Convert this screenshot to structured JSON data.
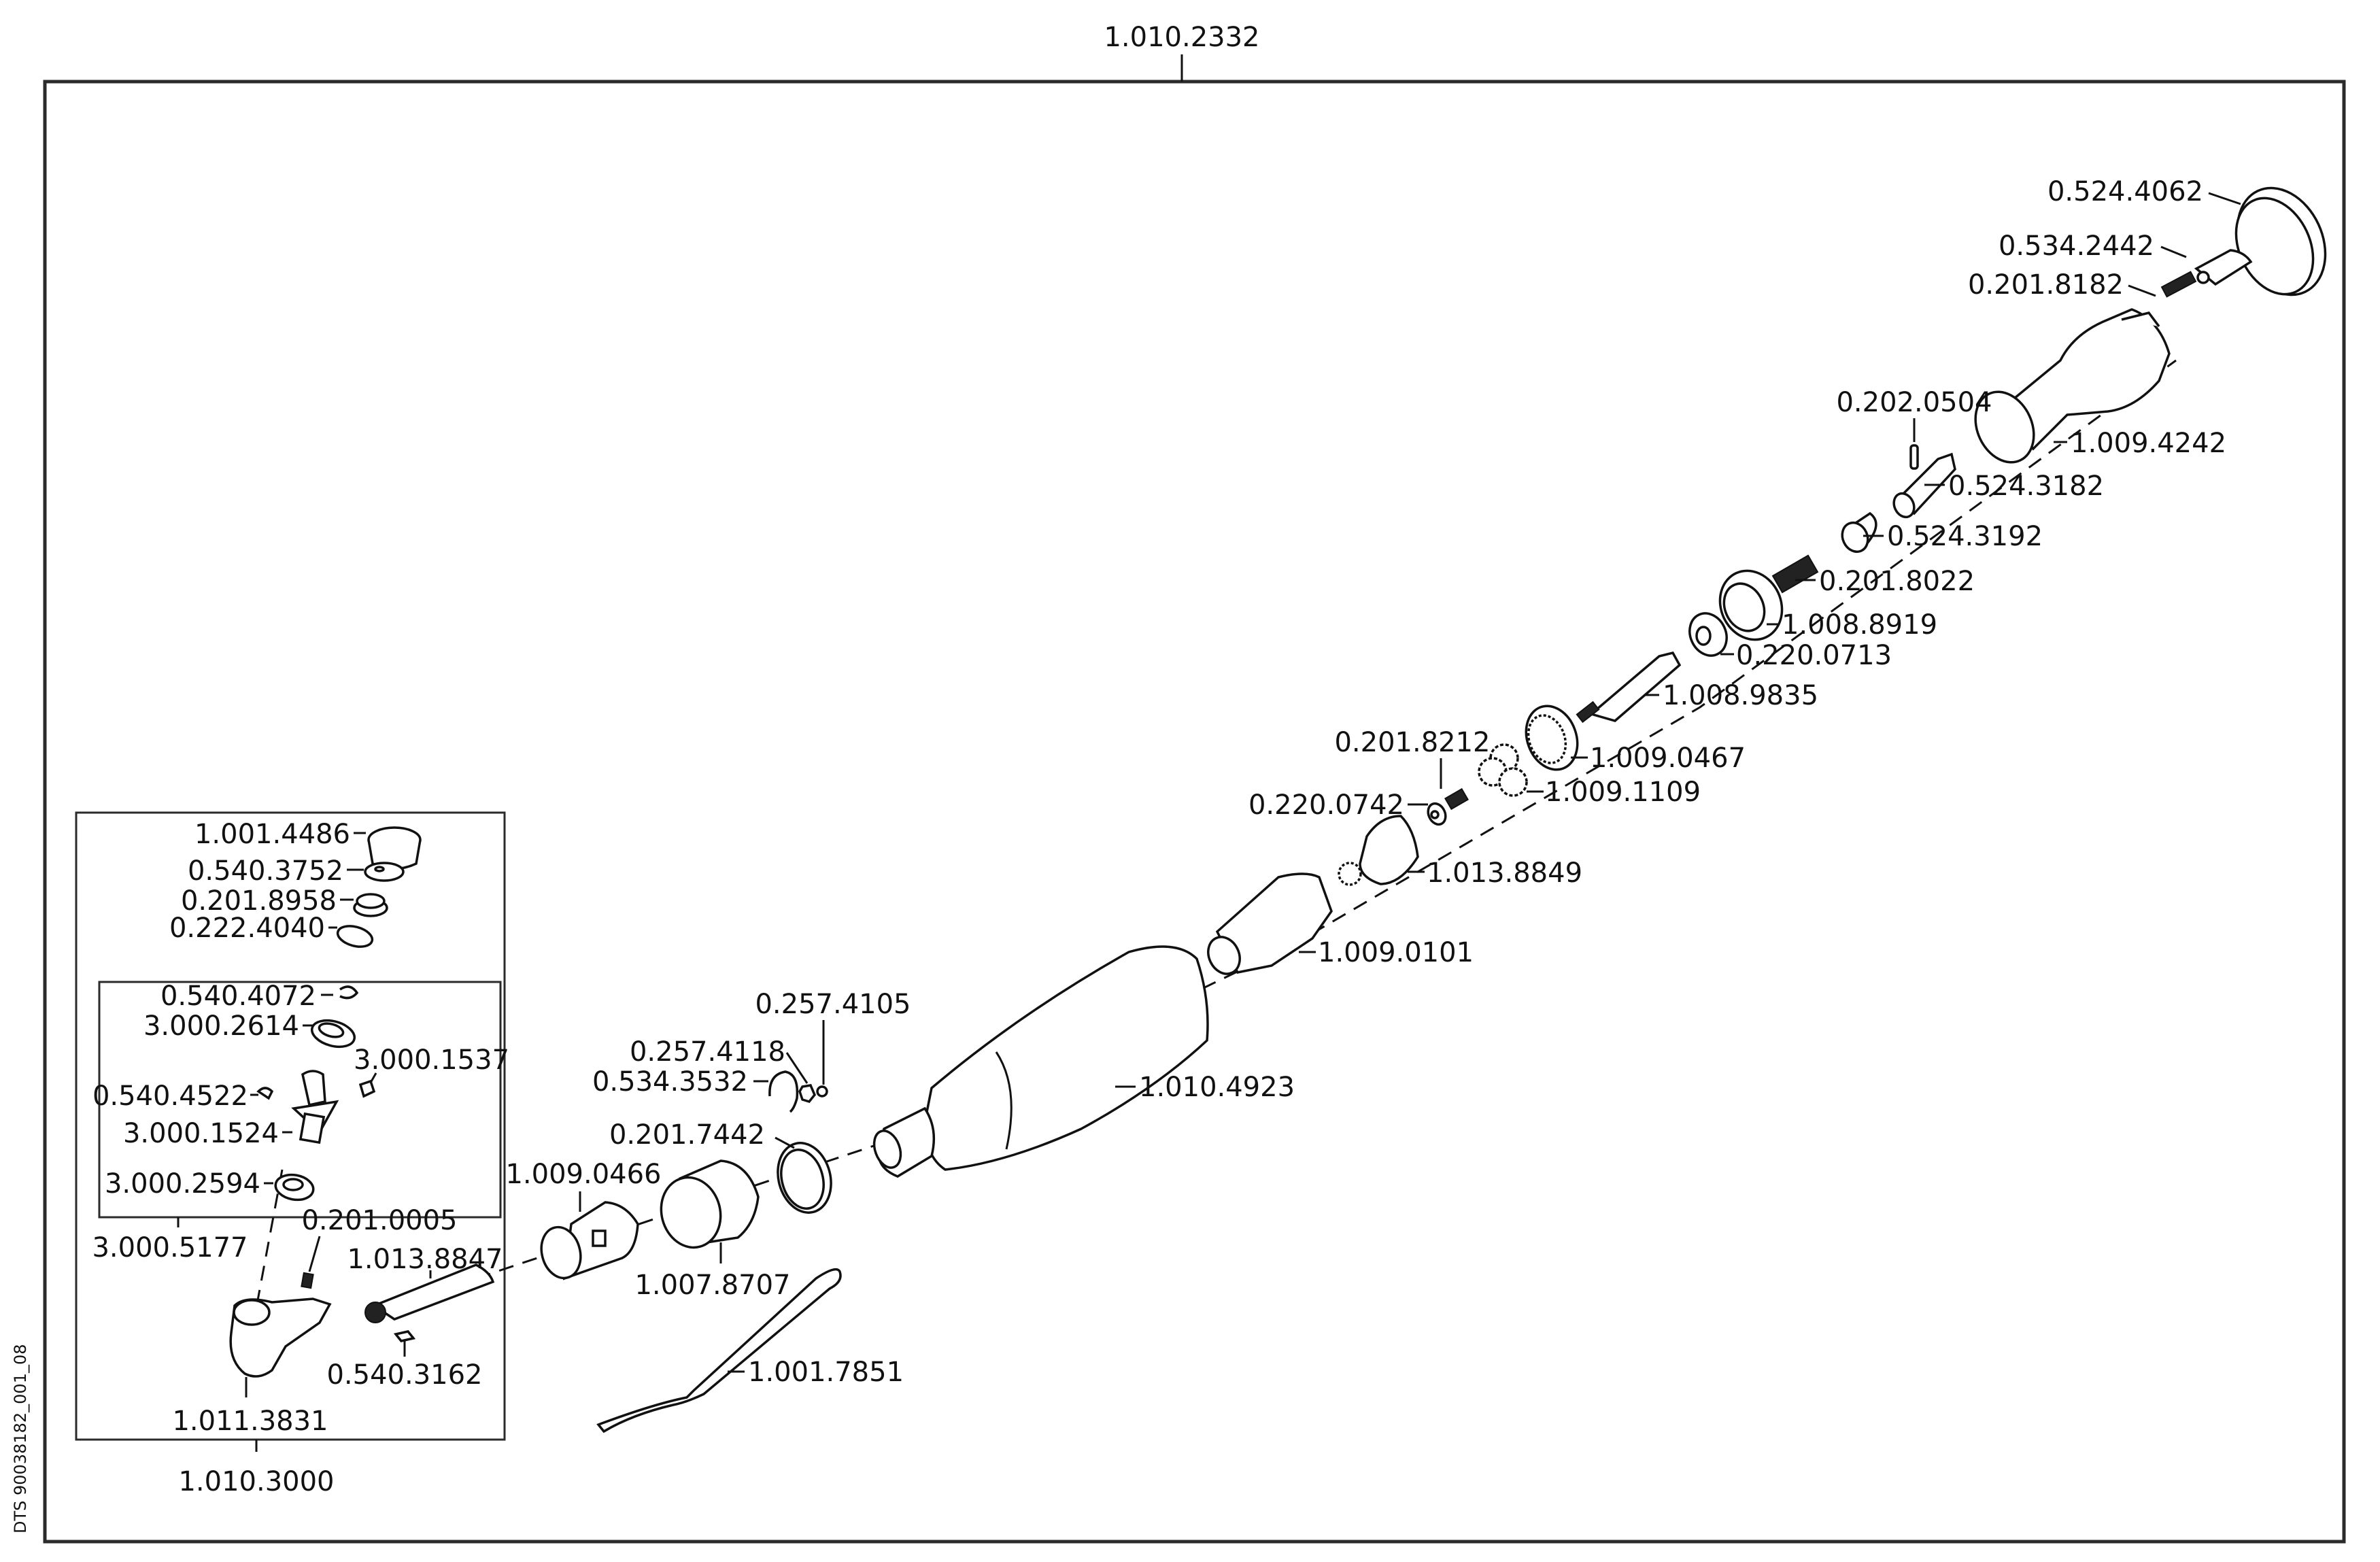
{
  "drawing": {
    "assembly_number": "1.010.2332",
    "document_id": "DTS 90038182_001_08",
    "subassembly_head": "1.010.3000",
    "subassembly_gear": "3.000.5177"
  },
  "parts": {
    "p_0524_4062": "0.524.4062",
    "p_0534_2442": "0.534.2442",
    "p_0201_8182": "0.201.8182",
    "p_0202_0504": "0.202.0504",
    "p_1009_4242": "1.009.4242",
    "p_0524_3182": "0.524.3182",
    "p_0524_3192": "0.524.3192",
    "p_0201_8022": "0.201.8022",
    "p_1008_8919": "1.008.8919",
    "p_0220_0713": "0.220.0713",
    "p_1008_9835": "1.008.9835",
    "p_0201_8212": "0.201.8212",
    "p_1009_0467": "1.009.0467",
    "p_0220_0742": "0.220.0742",
    "p_1009_1109": "1.009.1109",
    "p_1013_8849": "1.013.8849",
    "p_1009_0101": "1.009.0101",
    "p_0257_4105": "0.257.4105",
    "p_0257_4118": "0.257.4118",
    "p_0534_3532": "0.534.3532",
    "p_1010_4923": "1.010.4923",
    "p_0201_7442": "0.201.7442",
    "p_1009_0466": "1.009.0466",
    "p_1007_8707": "1.007.8707",
    "p_1001_7851": "1.001.7851",
    "p_1001_4486": "1.001.4486",
    "p_0540_3752": "0.540.3752",
    "p_0201_8958": "0.201.8958",
    "p_0222_4040": "0.222.4040",
    "p_0540_4072": "0.540.4072",
    "p_3000_2614": "3.000.2614",
    "p_3000_1537": "3.000.1537",
    "p_0540_4522": "0.540.4522",
    "p_3000_1524": "3.000.1524",
    "p_3000_2594": "3.000.2594",
    "p_0201_0005": "0.201.0005",
    "p_1013_8847": "1.013.8847",
    "p_0540_3162": "0.540.3162",
    "p_1011_3831": "1.011.3831"
  }
}
